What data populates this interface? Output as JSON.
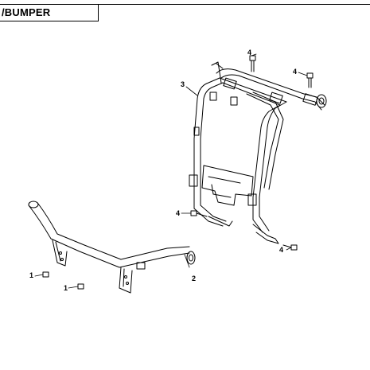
{
  "header": {
    "title": "/BUMPER"
  },
  "callouts": {
    "c1a": "1",
    "c1b": "1",
    "c2": "2",
    "c3": "3",
    "c4a": "4",
    "c4b": "4",
    "c4c": "4",
    "c4d": "4"
  }
}
